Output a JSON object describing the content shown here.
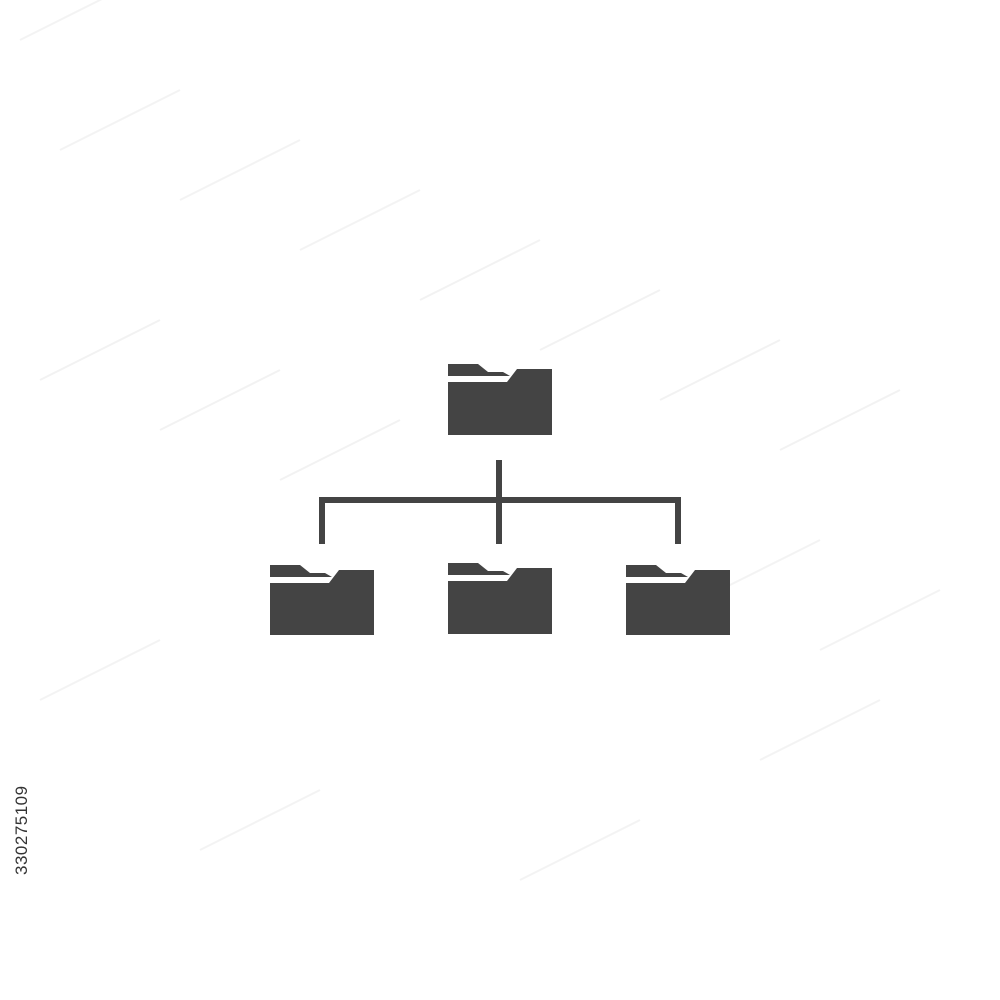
{
  "image": {
    "stock_id": "330275109",
    "icon_color": "#444444",
    "background_color": "#ffffff"
  },
  "diagram": {
    "icon": "folder-hierarchy-icon",
    "nodes": [
      {
        "name": "parent-folder-icon"
      },
      {
        "name": "child-folder-icon-left"
      },
      {
        "name": "child-folder-icon-center"
      },
      {
        "name": "child-folder-icon-right"
      }
    ]
  }
}
